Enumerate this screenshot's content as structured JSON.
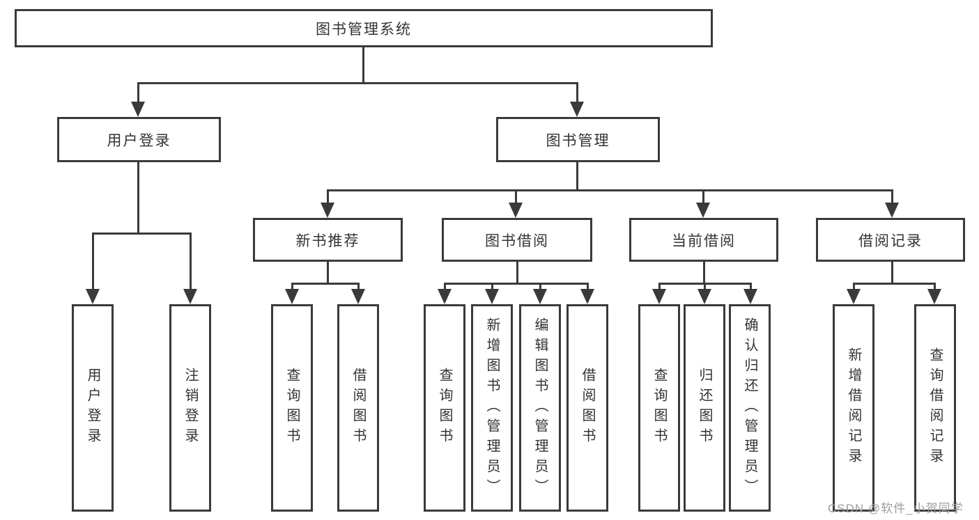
{
  "colors": {
    "line": "#3a3a3a",
    "text": "#333333",
    "watermark": "#9e9e9e",
    "background": "#ffffff"
  },
  "watermark": "CSDN @软件_小贺同学",
  "tree": {
    "root": "图书管理系统",
    "branches": [
      {
        "label": "用户登录",
        "children": [
          {
            "label": "用户登录"
          },
          {
            "label": "注销登录"
          }
        ]
      },
      {
        "label": "图书管理",
        "children": [
          {
            "label": "新书推荐",
            "children": [
              {
                "label": "查询图书"
              },
              {
                "label": "借阅图书"
              }
            ]
          },
          {
            "label": "图书借阅",
            "children": [
              {
                "label": "查询图书"
              },
              {
                "label": "新增图书（管理员）"
              },
              {
                "label": "编辑图书（管理员）"
              },
              {
                "label": "借阅图书"
              }
            ]
          },
          {
            "label": "当前借阅",
            "children": [
              {
                "label": "查询图书"
              },
              {
                "label": "归还图书"
              },
              {
                "label": "确认归还（管理员）"
              }
            ]
          },
          {
            "label": "借阅记录",
            "children": [
              {
                "label": "新增借阅记录"
              },
              {
                "label": "查询借阅记录"
              }
            ]
          }
        ]
      }
    ]
  }
}
